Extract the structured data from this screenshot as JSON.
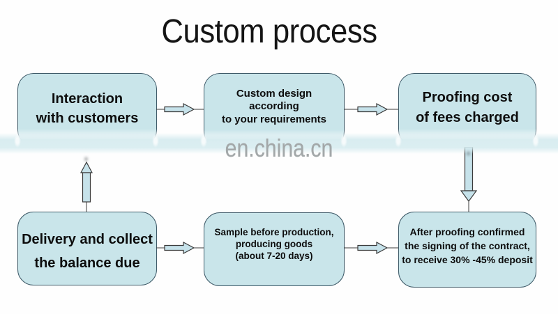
{
  "title": "Custom process",
  "watermark": "en.china.cn",
  "boxes": [
    {
      "id": "interaction",
      "lines": [
        "Interaction",
        "with customers"
      ]
    },
    {
      "id": "custom-design",
      "lines": [
        "Custom design",
        "according",
        "to your requirements"
      ]
    },
    {
      "id": "proofing-cost",
      "lines": [
        "Proofing cost",
        "of fees charged"
      ]
    },
    {
      "id": "delivery",
      "lines": [
        "Delivery and collect",
        "the balance due"
      ]
    },
    {
      "id": "sample",
      "lines": [
        "Sample before production,",
        "producing goods",
        "(about 7-20 days)"
      ]
    },
    {
      "id": "after-proofing",
      "lines": [
        "After proofing confirmed",
        "the signing of the contract,",
        "to receive 30% -45% deposit"
      ]
    }
  ],
  "colors": {
    "title_color": "#141414",
    "box_fill": "#c9e5ea",
    "box_border": "#3e5a68",
    "arrow_fill": "#c6e2ea",
    "arrow_stroke": "#3a3a3a",
    "watermark_color": "#a3a8a9"
  }
}
